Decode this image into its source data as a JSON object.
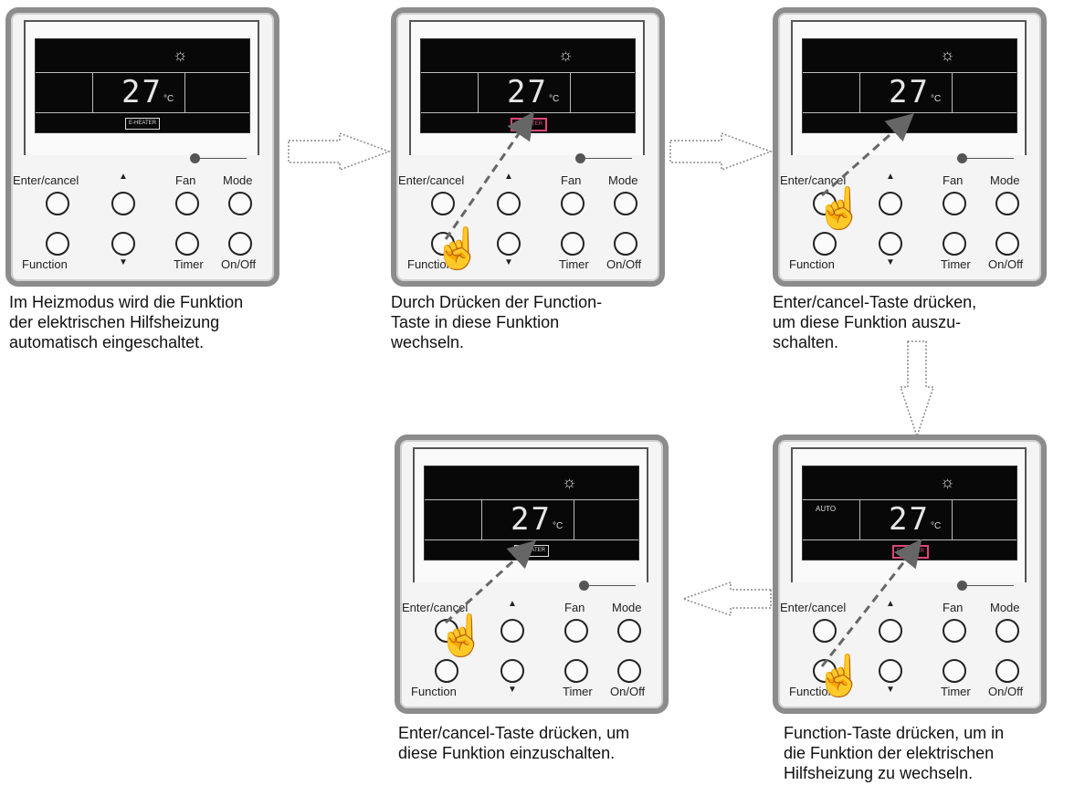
{
  "panel_labels": {
    "enter_cancel": "Enter/cancel",
    "up": "▲",
    "fan": "Fan",
    "mode": "Mode",
    "function": "Function",
    "down": "▼",
    "timer": "Timer",
    "on_off": "On/Off"
  },
  "display": {
    "temperature": "27",
    "unit": "°C",
    "sun": "☼",
    "eheater": "E-HEATER",
    "auto": "AUTO"
  },
  "captions": {
    "step1": "Im Heizmodus wird die Funktion\nder elektrischen Hilfsheizung\nautomatisch eingeschaltet.",
    "step2": "Durch Drücken der Function-\nTaste in diese Funktion\nwechseln.",
    "step3": "Enter/cancel-Taste drücken,\num diese Funktion auszu-\nschalten.",
    "step4": "Function-Taste drücken, um in\ndie Funktion der elektrischen\nHilfsheizung zu wechseln.",
    "step5": "Enter/cancel-Taste drücken, um\ndiese Funktion einzuschalten."
  },
  "colors": {
    "panel_border": "#8c8c8c",
    "lcd": "#080808",
    "highlight": "#e0447a",
    "arrow": "#555555"
  }
}
